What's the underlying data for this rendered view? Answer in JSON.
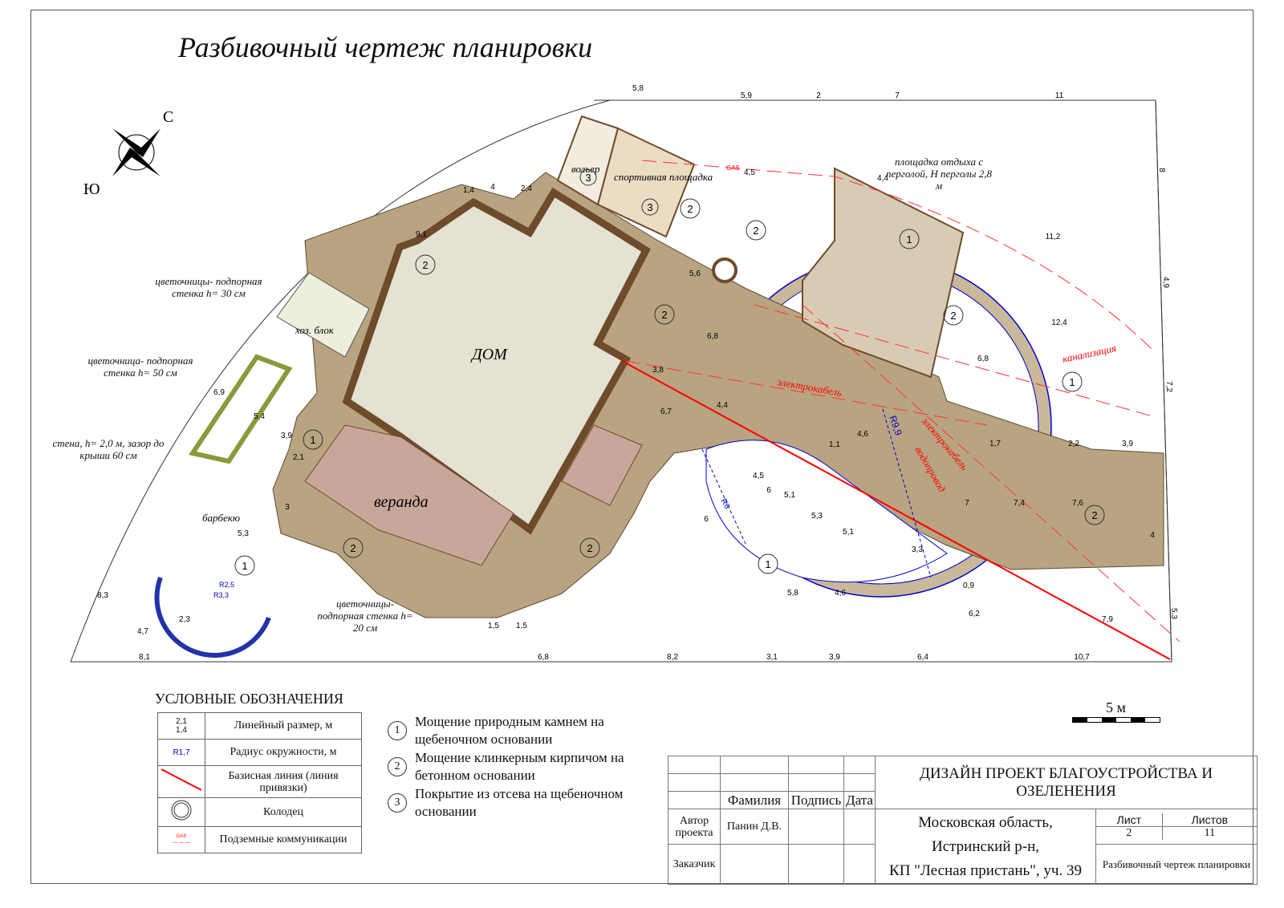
{
  "title": "Разбивочный чертеж планировки",
  "compass": {
    "north": "С",
    "south": "Ю"
  },
  "labels": {
    "house": "ДОМ",
    "veranda": "веранда",
    "shed": "хоз. блок",
    "bbq": "барбекю",
    "aviary": "вольер",
    "sports": "спортивная площадка",
    "pergola": "площадка отдыха с перголой, Н перголы 2,8 м",
    "flower30": "цветочницы- подпорная стенка h= 30 см",
    "flower50": "цветочница- подпорная стенка h= 50 см",
    "wall": "стена, h= 2,0 м, зазор до крыши 60 см",
    "flower20": "цветочницы- подпорная стенка h= 20 см",
    "sewer": "канализация",
    "cable1": "электрокабель",
    "cable2": "электрокабель",
    "water": "водопровод",
    "gas": "GAS",
    "radius_main": "R9,9",
    "radius_small": "R6",
    "radius_bbq1": "R2,5",
    "radius_bbq2": "R3,3"
  },
  "dimensions": {
    "top": [
      "5,8",
      "5,9",
      "2",
      "7",
      "11"
    ],
    "bottom": [
      "8,1",
      "6,8",
      "8,2",
      "3,1",
      "3,9",
      "6,4",
      "10,7"
    ],
    "right": [
      "8",
      "4,9",
      "7,2",
      "5,3"
    ],
    "misc": [
      "11,2",
      "12,4",
      "3,9",
      "2,2",
      "6,7",
      "6",
      "5,1",
      "5,8",
      "4,6",
      "6,2",
      "7,9",
      "4,7",
      "8,3",
      "4,5",
      "2,3",
      "1,5",
      "1,5",
      "6,8",
      "5,6",
      "3,8",
      "4,4",
      "9,1",
      "2,4",
      "1,4",
      "4",
      "6,9",
      "5,4",
      "3,9",
      "2,1",
      "5,3",
      "3",
      "4,4",
      "7,6",
      "7,4",
      "7",
      "6,8",
      "4,6",
      "5,3",
      "5,1",
      "6",
      "4,5",
      "3,3",
      "0,9",
      "1,1",
      "1,7",
      "4"
    ]
  },
  "zone_numbers": [
    "1",
    "2",
    "3"
  ],
  "legend": {
    "heading": "УСЛОВНЫЕ ОБОЗНАЧЕНИЯ",
    "items": [
      {
        "sample_top": "2,1",
        "sample_bottom": "1,4",
        "text": "Линейный размер, м"
      },
      {
        "sample_top": "R1,7",
        "text": "Радиус окружности, м"
      },
      {
        "text": "Базисная линия (линия привязки)"
      },
      {
        "text": "Колодец"
      },
      {
        "sample_top": "GAS",
        "text": "Подземные коммуникации"
      }
    ]
  },
  "coverings": [
    {
      "num": "1",
      "text": "Мощение природным камнем на щебеночном  основании"
    },
    {
      "num": "2",
      "text": "Мощение клинкерным кирпичом на бетонном основании"
    },
    {
      "num": "3",
      "text": "Покрытие из отсева на щебеночном основании"
    }
  ],
  "scale": "5 м",
  "stamp": {
    "col_surname": "Фамилия",
    "col_sign": "Подпись",
    "col_date": "Дата",
    "author_label": "Автор проекта",
    "author_name": "Панин Д.В.",
    "client_label": "Заказчик",
    "project_title": "ДИЗАЙН ПРОЕКТ БЛАГОУСТРОЙСТВА И ОЗЕЛЕНЕНИЯ",
    "address1": "Московская область,",
    "address2": "Истринский р-н,",
    "address3": "КП \"Лесная пристань\", уч. 39",
    "sheet_label": "Лист",
    "sheets_label": "Листов",
    "sheet": "2",
    "sheets": "11",
    "sheet_name": "Разбивочный чертеж планировки"
  },
  "colors": {
    "paving": "#b9a481",
    "house": "#e4e2d2",
    "house_wall": "#6e4b2b",
    "gravel": "#ecdcc4",
    "terrace": "#c9b5a8",
    "base_line": "#ff0000",
    "radius": "#0000cc",
    "utility": "#ff2020",
    "flower_wall": "#8a9a3a"
  }
}
